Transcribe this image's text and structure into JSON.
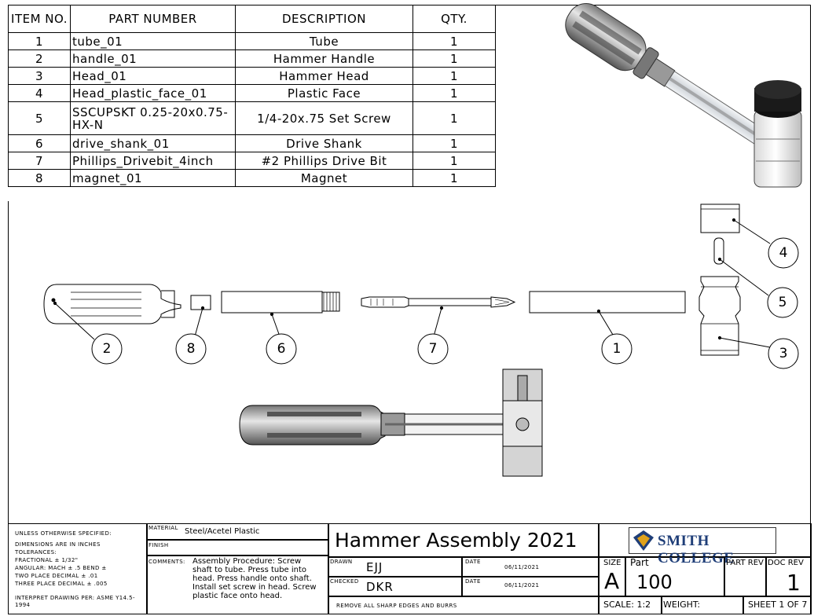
{
  "bom": {
    "headers": {
      "item": "ITEM NO.",
      "part": "PART NUMBER",
      "desc": "DESCRIPTION",
      "qty": "QTY."
    },
    "rows": [
      {
        "item": "1",
        "part": "tube_01",
        "desc": "Tube",
        "qty": "1"
      },
      {
        "item": "2",
        "part": "handle_01",
        "desc": "Hammer Handle",
        "qty": "1"
      },
      {
        "item": "3",
        "part": "Head_01",
        "desc": "Hammer Head",
        "qty": "1"
      },
      {
        "item": "4",
        "part": "Head_plastic_face_01",
        "desc": "Plastic Face",
        "qty": "1"
      },
      {
        "item": "5",
        "part": "SSCUPSKT 0.25-20x0.75-HX-N",
        "desc": "1/4-20x.75 Set Screw",
        "qty": "1"
      },
      {
        "item": "6",
        "part": "drive_shank_01",
        "desc": "Drive Shank",
        "qty": "1"
      },
      {
        "item": "7",
        "part": "Phillips_Drivebit_4inch",
        "desc": "#2 Phillips Drive Bit",
        "qty": "1"
      },
      {
        "item": "8",
        "part": "magnet_01",
        "desc": "Magnet",
        "qty": "1"
      }
    ]
  },
  "balloons": {
    "b1": "1",
    "b2": "2",
    "b3": "3",
    "b4": "4",
    "b5": "5",
    "b6": "6",
    "b7": "7",
    "b8": "8"
  },
  "title_block": {
    "unless": "UNLESS OTHERWISE SPECIFIED:",
    "dims": "DIMENSIONS ARE IN INCHES",
    "tol": "TOLERANCES:",
    "frac": "FRACTIONAL ± 1/32\"",
    "ang": "ANGULAR: MACH ± .5  BEND ±",
    "two": "TWO PLACE DECIMAL    ± .01",
    "three": "THREE PLACE DECIMAL  ± .005",
    "interpret": "INTERPRET DRAWING PER: ASME Y14.5-1994",
    "material_label": "MATERIAL",
    "material": "Steel/Acetel Plastic",
    "finish_label": "FINISH",
    "comments_label": "COMMENTS:",
    "comments": "Assembly Procedure: Screw shaft to tube. Press tube into head. Press handle onto shaft. Install set screw in head. Screw plastic face onto head.",
    "title": "Hammer Assembly 2021",
    "logo": "SMITH COLLEGE",
    "drawn_label": "DRAWN",
    "drawn": "EJJ",
    "checked_label": "CHECKED",
    "checked": "DKR",
    "date_label": "DATE",
    "date1": "06/11/2021",
    "date2": "06/11/2021",
    "remove": "REMOVE ALL SHARP EDGES AND BURRS",
    "size_label": "SIZE",
    "size": "A",
    "part_label": "Part",
    "part": "100",
    "partrev_label": "PART REV",
    "docrev_label": "DOC REV",
    "docrev": "1",
    "scale": "SCALE: 1:2",
    "weight": "WEIGHT:",
    "sheet": "SHEET 1 OF 7"
  },
  "colors": {
    "logo_blue": "#1f3e78",
    "logo_gold": "#e0a21b"
  }
}
